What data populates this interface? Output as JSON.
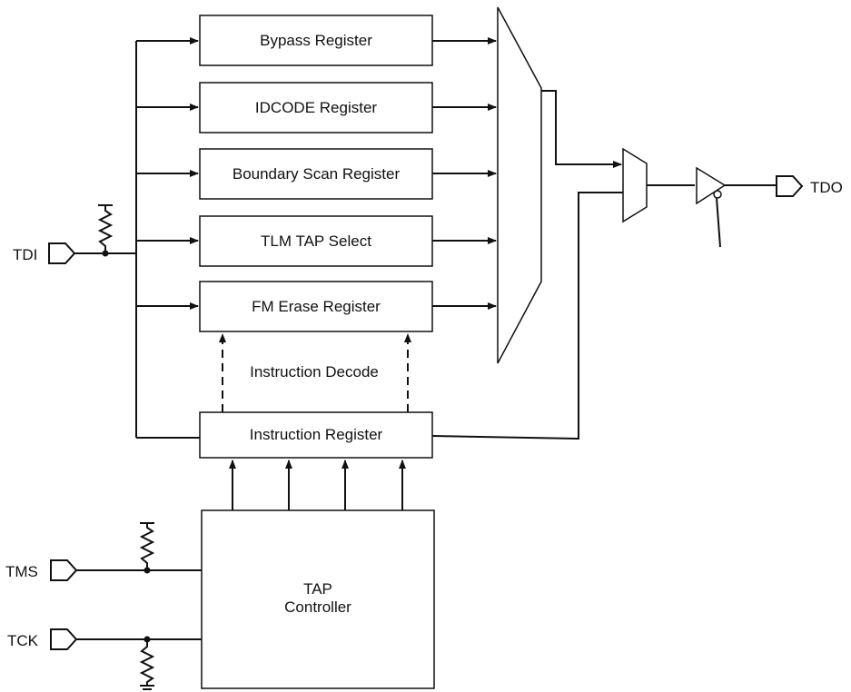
{
  "registers": {
    "bypass": "Bypass Register",
    "idcode": "IDCODE Register",
    "boundary_scan": "Boundary Scan Register",
    "tlm_tap_select": "TLM TAP Select",
    "fm_erase": "FM Erase Register",
    "instruction": "Instruction Register"
  },
  "instruction_decode": "Instruction Decode",
  "tap_controller": {
    "line1": "TAP",
    "line2": "Controller"
  },
  "pins": {
    "tdi": "TDI",
    "tdo": "TDO",
    "tms": "TMS",
    "tck": "TCK"
  }
}
